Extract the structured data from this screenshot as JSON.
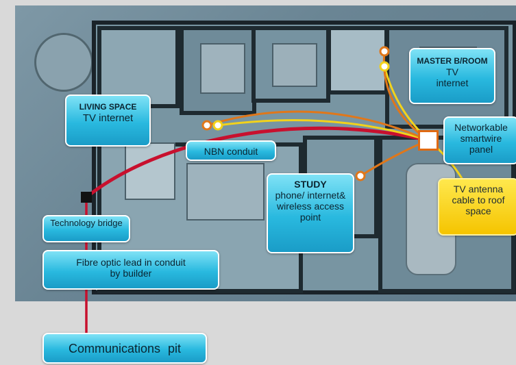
{
  "labels": {
    "living_space_title": "LIVING SPACE",
    "living_space_body": "TV internet",
    "master_title": "MASTER B/ROOM",
    "master_body_inline": "TV",
    "master_body": "internet",
    "nbn_conduit": "NBN conduit",
    "networkable_panel": "Networkable smartwire panel",
    "study_title": "STUDY",
    "study_body": "phone/ internet& wireless access point",
    "tv_antenna": "TV antenna cable to roof space",
    "technology_bridge": "Technology bridge",
    "fibre_optic": "Fibre optic lead in conduit by builder",
    "communications_pit": "Communications pit"
  },
  "colors": {
    "red_cable": "#c8102e",
    "orange_cable": "#e0771a",
    "yellow_cable": "#f2d21b",
    "label_fill": "#29b9df",
    "panel_border": "#e06a12"
  }
}
